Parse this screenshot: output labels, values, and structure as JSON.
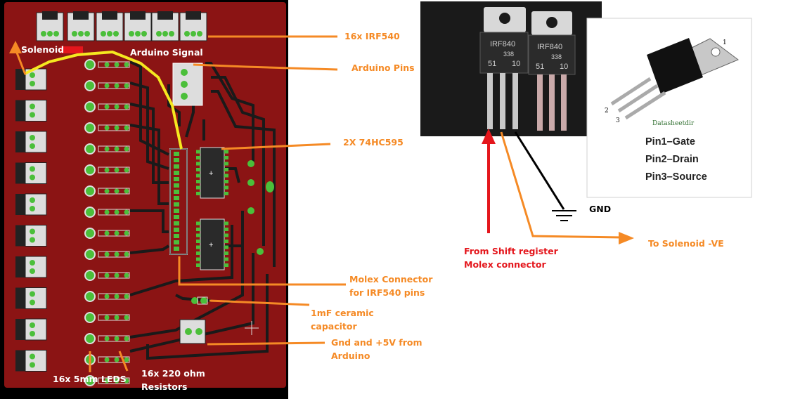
{
  "colors": {
    "pcb_bg": "#8b1414",
    "trace": "#1a1a1a",
    "pad": "#4bbf3a",
    "annotation": "#f58a25",
    "wire_yellow": "#f5e820",
    "red_arrow": "#e4161c",
    "black_wire": "#000000"
  },
  "pcb": {
    "labels": {
      "solenoid": "Solenoid",
      "arduino_signal": "Arduino Signal",
      "leds": "16x 5mm LEDS",
      "resistors_line1": "16x    220 ohm",
      "resistors_line2": "Resistors"
    },
    "chip_marks": [
      "+",
      "+"
    ]
  },
  "annotations": {
    "irf540": "16x    IRF540",
    "arduino_pins": "Arduino Pins",
    "shift_reg": "2X  74HC595",
    "molex_line1": "Molex Connector",
    "molex_line2": "for IRF540 pins",
    "cap_line1": "1mF ceramic",
    "cap_line2": "capacitor",
    "power_line1": "Gnd and +5V from",
    "power_line2": "Arduino"
  },
  "mosfet_photo": {
    "part_label": "IRF840",
    "part_code": "338",
    "part_num": "51",
    "part_num2": "10"
  },
  "right_diagram": {
    "gnd": "GND",
    "to_solenoid": "To Solenoid -VE",
    "from_line1": "From Shift register",
    "from_line2": "Molex connector"
  },
  "datasheet": {
    "source": "Datasheetdir",
    "pin_numbers": [
      "1",
      "2",
      "3"
    ],
    "pins": [
      "Pin1–Gate",
      "Pin2–Drain",
      "Pin3–Source"
    ]
  }
}
